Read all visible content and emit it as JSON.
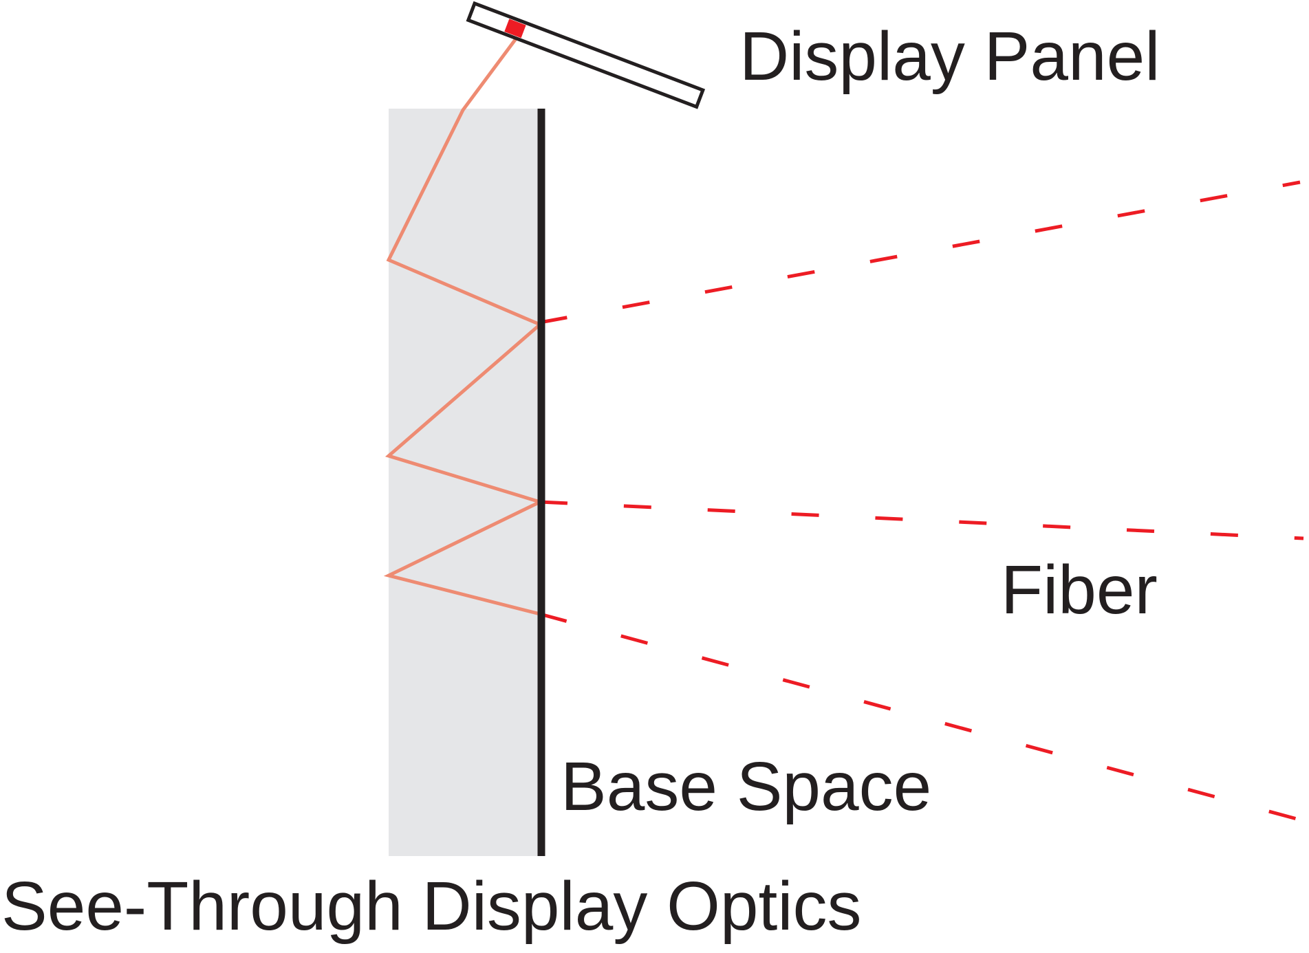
{
  "labels": {
    "display_panel": "Display Panel",
    "fiber": "Fiber",
    "base_space": "Base Space",
    "title": "See-Through Display Optics"
  },
  "colors": {
    "background": "#ffffff",
    "optics_block": "#e5e6e8",
    "base_line": "#231f20",
    "panel_outline": "#231f20",
    "panel_pixel": "#ed1c24",
    "light_ray": "#ee8b72",
    "fiber_dash": "#ed1c24",
    "text": "#231f20"
  }
}
